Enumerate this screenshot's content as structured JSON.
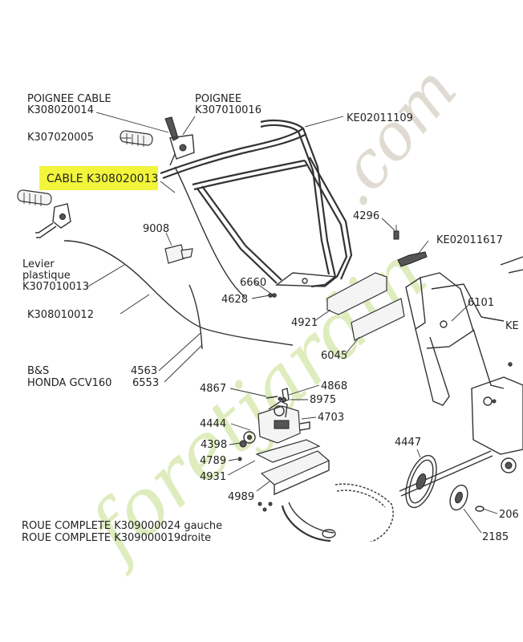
{
  "labels": {
    "poignee_cable_title": "POIGNEE CABLE",
    "poignee_cable_ref": "K308020014",
    "poignee_title": "POIGNEE",
    "poignee_ref": "K307010016",
    "grip_ref": "K307020005",
    "handlebar_ref": "KE02011109",
    "cable_highlight": "CABLE K308020013",
    "part_9008": "9008",
    "part_4296": "4296",
    "ke_02011617": "KE02011617",
    "levier_line1": "Levier",
    "levier_line2": "plastique",
    "levier_ref": "K307010013",
    "part_6660": "6660",
    "part_4628": "4628",
    "part_6101": "6101",
    "cable_ref_2": "K308010012",
    "part_4921": "4921",
    "part_ke_cut": "KE",
    "part_6045": "6045",
    "bs_label": "B&S",
    "bs_ref": "4563",
    "honda_label": "HONDA GCV160",
    "honda_ref": "6553",
    "part_4867": "4867",
    "part_4868": "4868",
    "part_8975": "8975",
    "part_4444": "4444",
    "part_4703": "4703",
    "part_4398": "4398",
    "part_4447": "4447",
    "part_4789": "4789",
    "part_4931": "4931",
    "part_4989": "4989",
    "part_206": "206",
    "part_2185": "2185",
    "roue_gauche": "ROUE COMPLETE  K309000024 gauche",
    "roue_droite": "ROUE COMPLETE  K309000019droite"
  },
  "watermark": {
    "text_main": "foretjardin",
    "text_com": ".com",
    "color_green": "#c6dd8a",
    "color_grey": "#d9d3c8"
  },
  "colors": {
    "highlight": "#f2f53a",
    "line": "#333333"
  }
}
